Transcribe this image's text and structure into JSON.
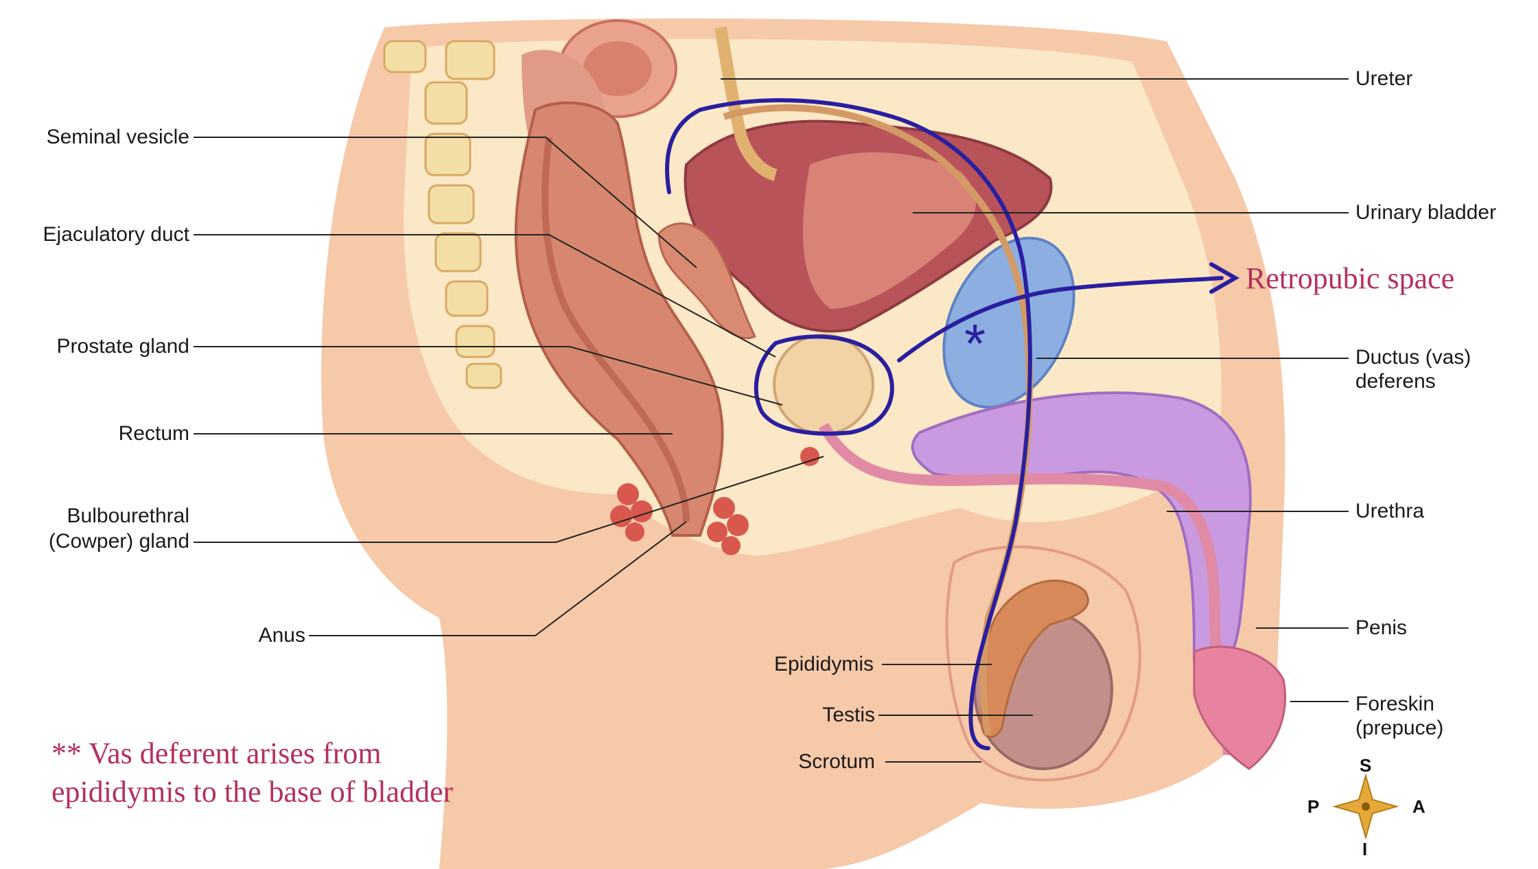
{
  "labels": {
    "ureter": "Ureter",
    "seminal_vesicle": "Seminal vesicle",
    "ejaculatory_duct": "Ejaculatory duct",
    "urinary_bladder": "Urinary bladder",
    "prostate_gland": "Prostate gland",
    "ductus_line1": "Ductus (vas)",
    "ductus_line2": "deferens",
    "rectum": "Rectum",
    "urethra": "Urethra",
    "bulbourethral_line1": "Bulbourethral",
    "bulbourethral_line2": "(Cowper) gland",
    "anus": "Anus",
    "penis": "Penis",
    "epididymis": "Epididymis",
    "foreskin_line1": "Foreskin",
    "foreskin_line2": "(prepuce)",
    "testis": "Testis",
    "scrotum": "Scrotum"
  },
  "annotations": {
    "retropubic": "Retropubic space",
    "note_line1": "** Vas deferent arises from",
    "note_line2": "epididymis to the base of bladder",
    "asterisk": "*"
  },
  "compass": {
    "s": "S",
    "p": "P",
    "a": "A",
    "i": "I"
  },
  "colors": {
    "skin": "#f6c9a9",
    "tissue_light": "#fbe8c6",
    "muscle": "#b74a4a",
    "pubic_bone": "#6b8fd0",
    "penis_purple": "#c08ad8",
    "annotation_blue": "#2a1fa0",
    "annotation_text": "#b5305a"
  }
}
